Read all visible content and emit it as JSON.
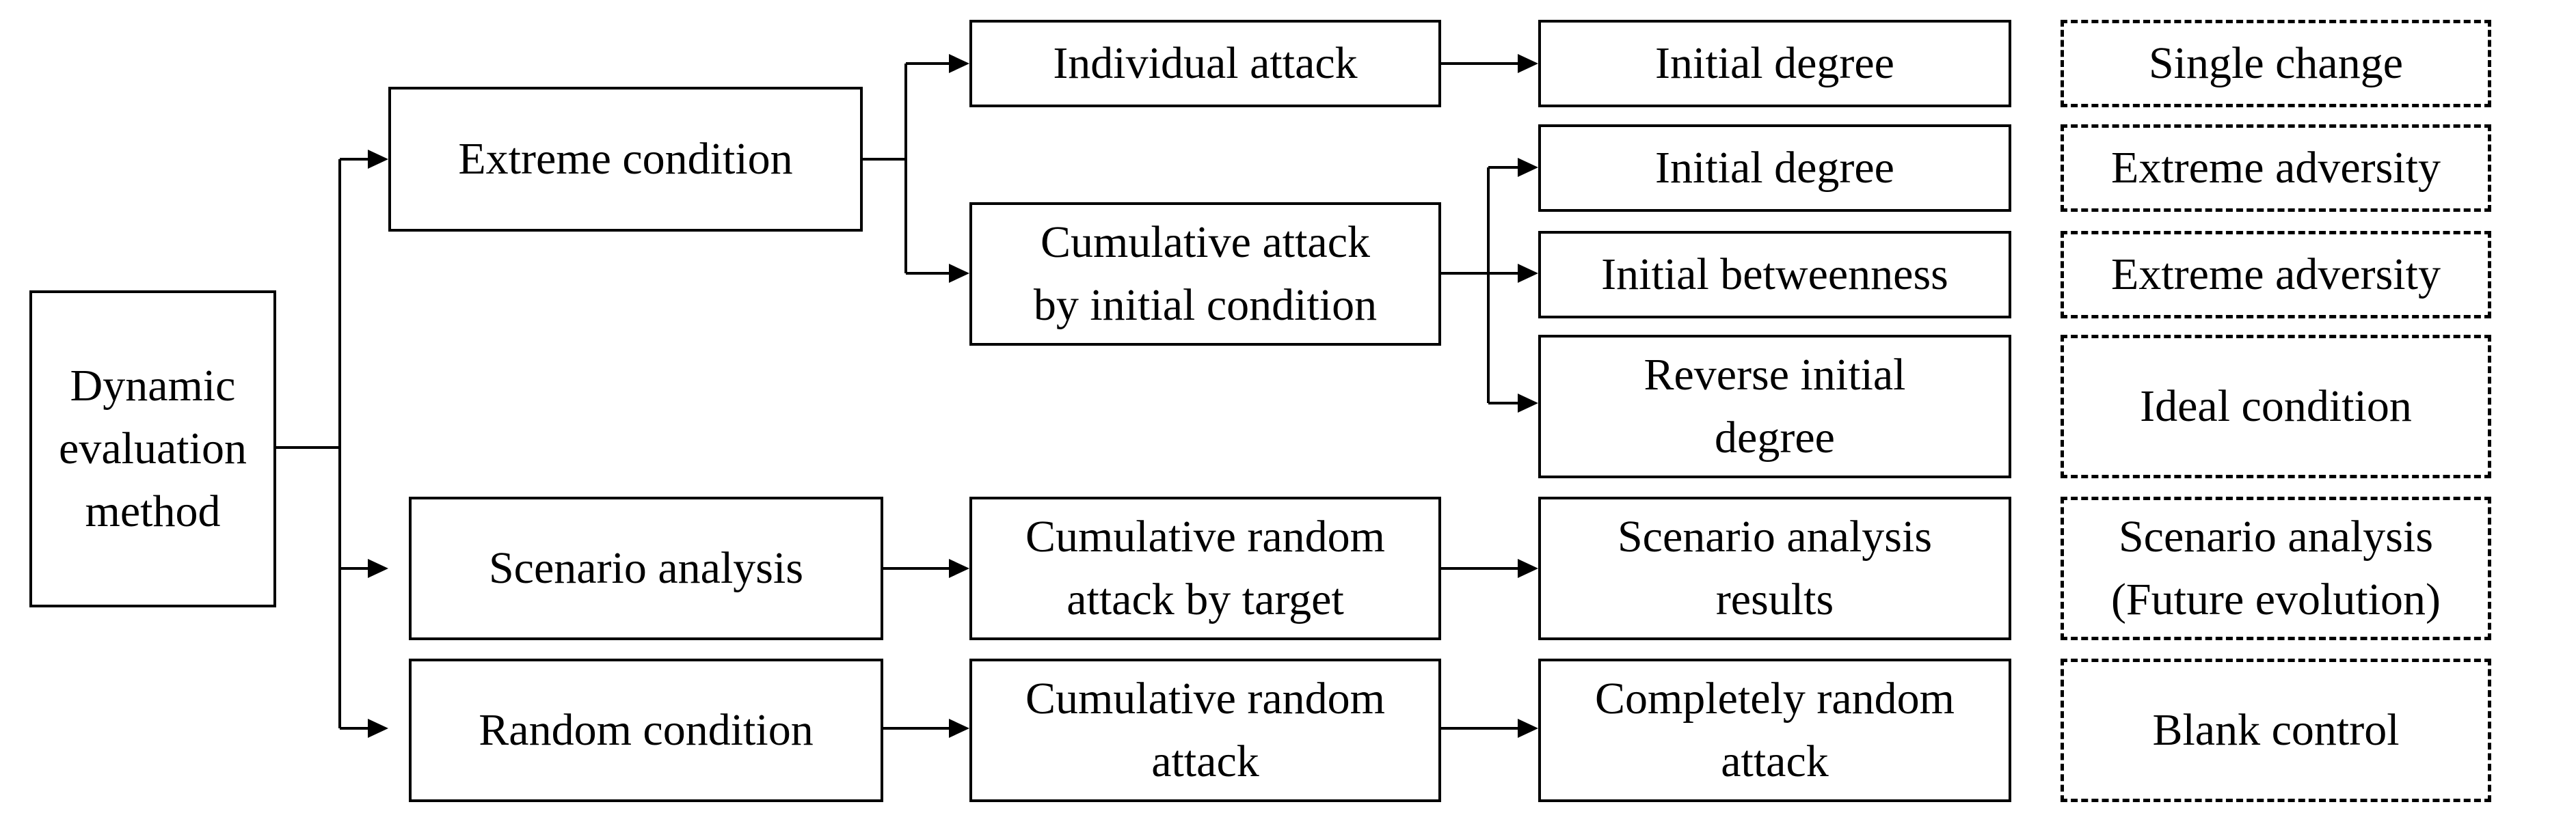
{
  "root": {
    "label": "Dynamic\nevaluation\nmethod"
  },
  "level1": {
    "extreme": "Extreme condition",
    "scenario": "Scenario analysis",
    "random": "Random condition"
  },
  "level2": {
    "individual_attack": "Individual attack",
    "cumulative_initial": "Cumulative attack\nby initial condition",
    "cumulative_random_target": "Cumulative random\nattack by target",
    "cumulative_random": "Cumulative random\nattack"
  },
  "level3": {
    "initial_degree_a": "Initial degree",
    "initial_degree_b": "Initial degree",
    "initial_betweenness": "Initial betweenness",
    "reverse_initial_degree": "Reverse initial\ndegree",
    "scenario_results": "Scenario analysis\nresults",
    "completely_random": "Completely random\nattack"
  },
  "categories": {
    "single_change": "Single change",
    "extreme_adversity_a": "Extreme adversity",
    "extreme_adversity_b": "Extreme adversity",
    "ideal_condition": "Ideal condition",
    "scenario_future": "Scenario analysis\n(Future evolution)",
    "blank_control": "Blank control"
  }
}
